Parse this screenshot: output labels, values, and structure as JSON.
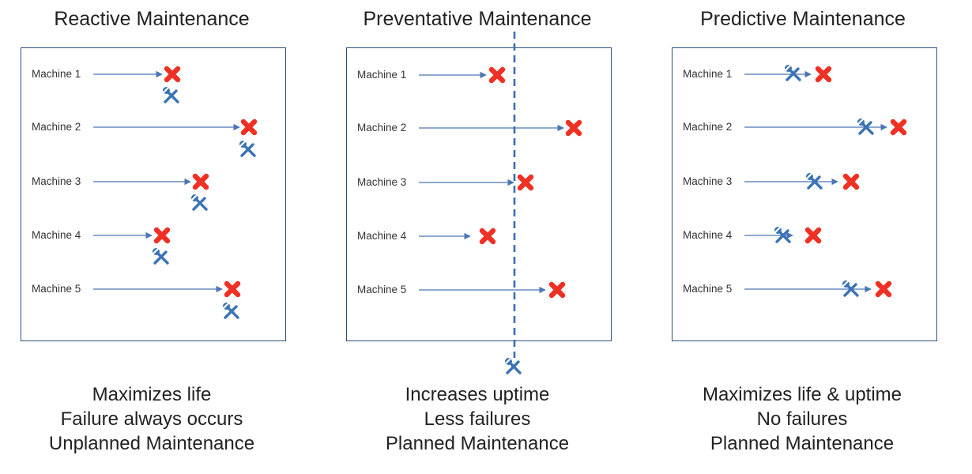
{
  "panels": [
    {
      "title": "Reactive Maintenance",
      "machines": [
        "Machine 1",
        "Machine 2",
        "Machine 3",
        "Machine 4",
        "Machine 5"
      ],
      "captions": [
        "Maximizes life",
        "Failure always occurs",
        "Unplanned Maintenance"
      ]
    },
    {
      "title": "Preventative Maintenance",
      "machines": [
        "Machine 1",
        "Machine 2",
        "Machine 3",
        "Machine 4",
        "Machine 5"
      ],
      "captions": [
        "Increases uptime",
        "Less failures",
        "Planned Maintenance"
      ]
    },
    {
      "title": "Predictive Maintenance",
      "machines": [
        "Machine 1",
        "Machine 2",
        "Machine 3",
        "Machine 4",
        "Machine 5"
      ],
      "captions": [
        "Maximizes life & uptime",
        "No failures",
        "Planned Maintenance"
      ]
    }
  ],
  "icons": {
    "failure": "red-x-icon",
    "maintenance": "wrench-screwdriver-icon"
  },
  "colors": {
    "failure": "#ee3124",
    "tool": "#3a73b5",
    "arrow": "#4b76b5",
    "frame": "#2f4f7a",
    "text": "#222222"
  }
}
